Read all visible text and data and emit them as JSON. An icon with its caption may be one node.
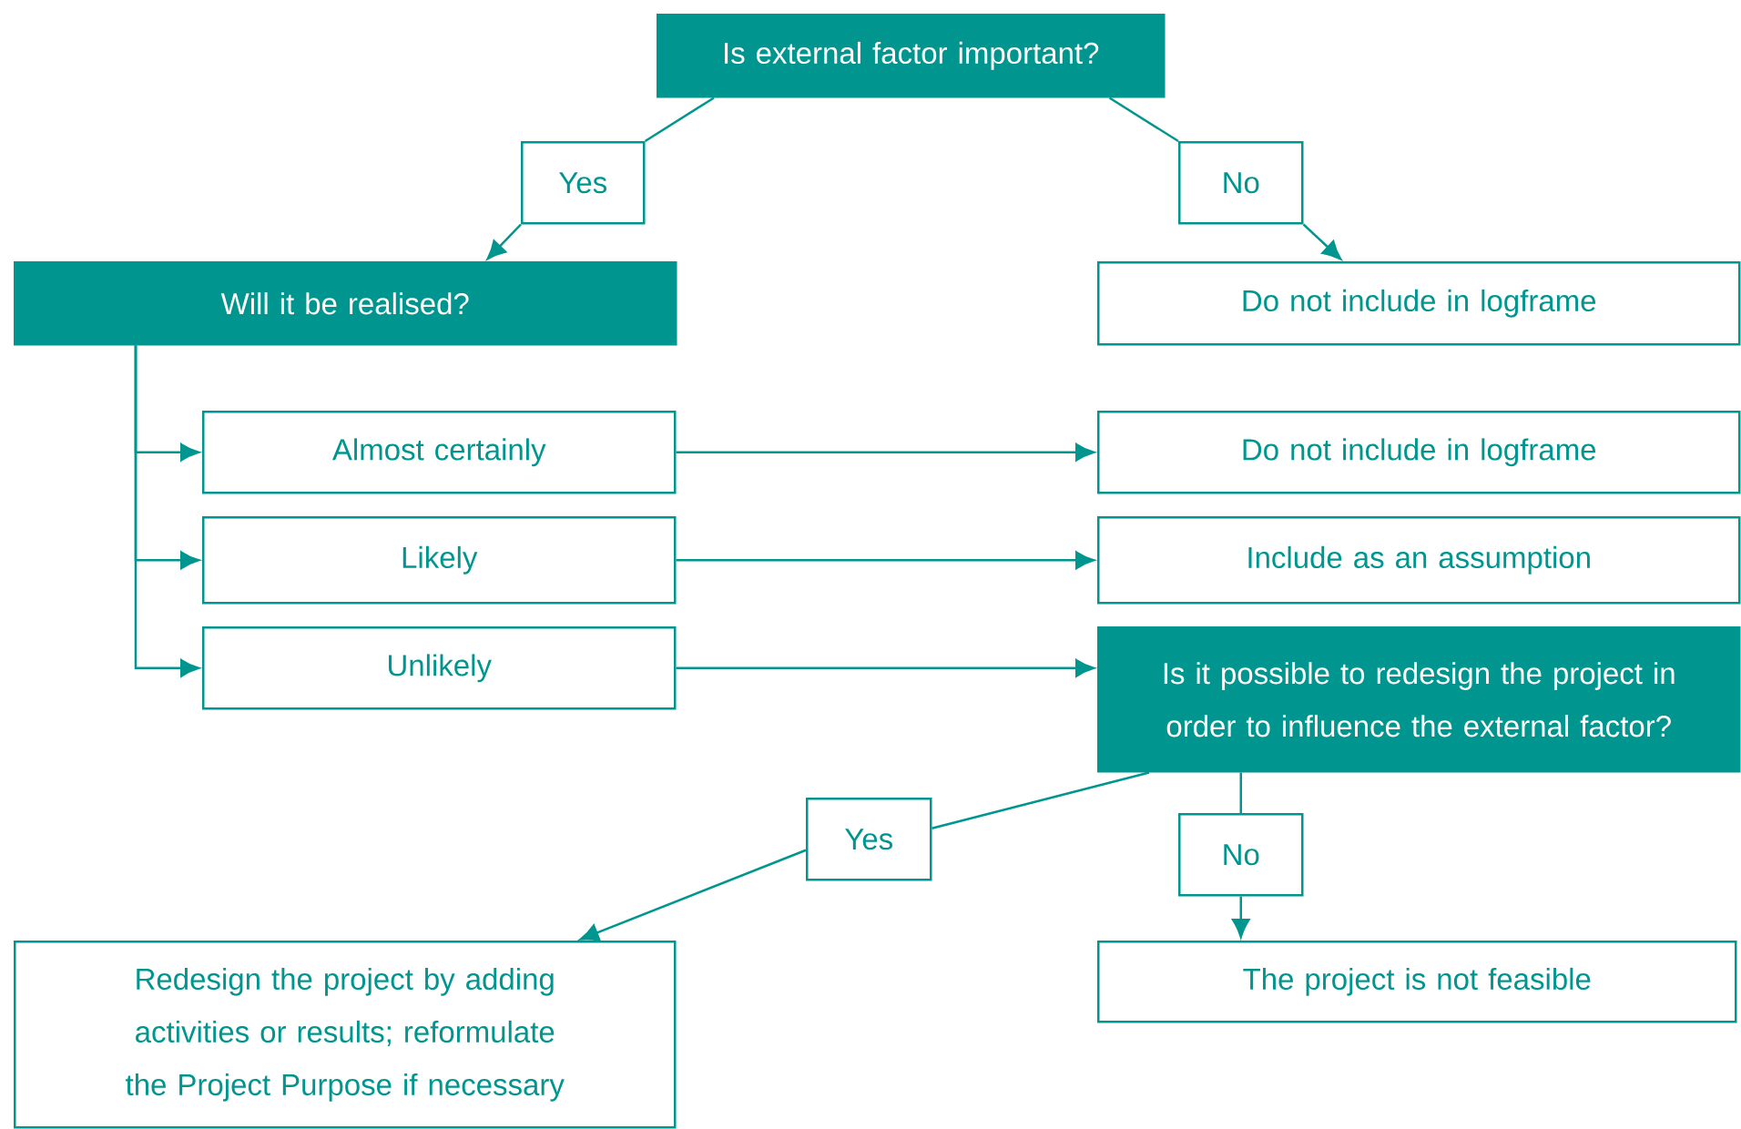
{
  "diagram": {
    "nodes": [
      {
        "text": [
          "Is external factor important?"
        ]
      },
      {
        "text": [
          "Yes"
        ]
      },
      {
        "text": [
          "No"
        ]
      },
      {
        "text": [
          "Will it be realised?"
        ]
      },
      {
        "text": [
          "Do not include in logframe"
        ]
      },
      {
        "text": [
          "Almost certainly"
        ]
      },
      {
        "text": [
          "Do not include in logframe"
        ]
      },
      {
        "text": [
          "Likely"
        ]
      },
      {
        "text": [
          "Include as an assumption"
        ]
      },
      {
        "text": [
          "Unlikely"
        ]
      },
      {
        "text": [
          "Is it possible to redesign the project in order to influence the external factor?"
        ]
      },
      {
        "text": [
          "Yes"
        ]
      },
      {
        "text": [
          "No"
        ]
      },
      {
        "text": [
          "Redesign the project by adding activities or results; reformulate the Project Purpose if necessary"
        ]
      },
      {
        "text": [
          "The project is not feasible"
        ]
      }
    ],
    "edges": [
      {
        "from": 0,
        "to": 1,
        "arrow": "none"
      },
      {
        "from": 1,
        "to": 3,
        "arrow": "to"
      },
      {
        "from": 0,
        "to": 2,
        "arrow": "none"
      },
      {
        "from": 2,
        "to": 4,
        "arrow": "to"
      },
      {
        "from": 3,
        "to": 5,
        "arrow": "to"
      },
      {
        "from": 3,
        "to": 7,
        "arrow": "to"
      },
      {
        "from": 3,
        "to": 9,
        "arrow": "to"
      },
      {
        "from": 5,
        "to": 6,
        "arrow": "to"
      },
      {
        "from": 7,
        "to": 8,
        "arrow": "to"
      },
      {
        "from": 9,
        "to": 10,
        "arrow": "to"
      },
      {
        "from": 10,
        "to": 11,
        "arrow": "none"
      },
      {
        "from": 11,
        "to": 13,
        "arrow": "to"
      },
      {
        "from": 10,
        "to": 12,
        "arrow": "none"
      },
      {
        "from": 12,
        "to": 14,
        "arrow": "to"
      }
    ]
  }
}
